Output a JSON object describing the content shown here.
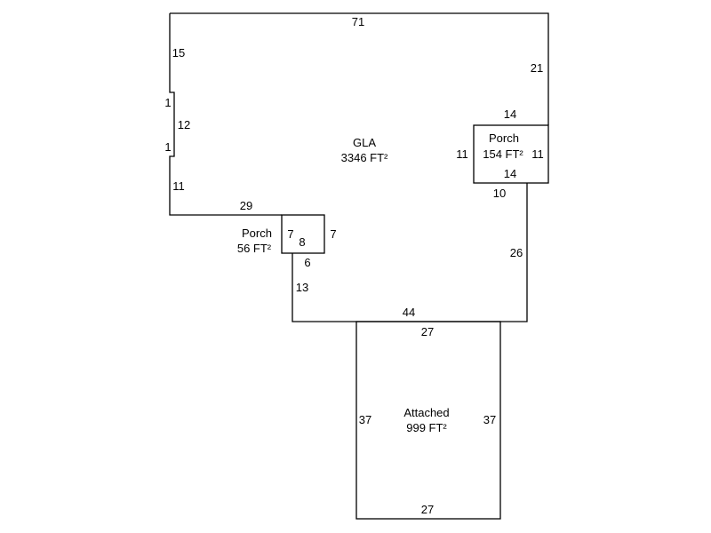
{
  "areas": {
    "gla": {
      "name": "GLA",
      "area": "3346 FT²"
    },
    "porch_small": {
      "name": "Porch",
      "area": "56 FT²"
    },
    "porch_large": {
      "name": "Porch",
      "area": "154 FT²"
    },
    "garage": {
      "name": "Attached",
      "area": "999 FT²"
    }
  },
  "dimensions": {
    "top": "71",
    "left_upper": "15",
    "notch_top": "1",
    "notch_side": "12",
    "notch_bottom": "1",
    "left_lower": "11",
    "bottom_left": "29",
    "right_upper": "21",
    "porch_large_top": "14",
    "porch_large_left": "11",
    "porch_large_right": "11",
    "porch_large_bottom": "14",
    "right_step": "10",
    "right_lower": "26",
    "bottom": "44",
    "porch_small_left": "7",
    "porch_small_right": "7",
    "porch_small_inner": "8",
    "porch_small_bottom": "6",
    "left_mid": "13",
    "garage_top": "27",
    "garage_left": "37",
    "garage_right": "37",
    "garage_bottom": "27"
  }
}
